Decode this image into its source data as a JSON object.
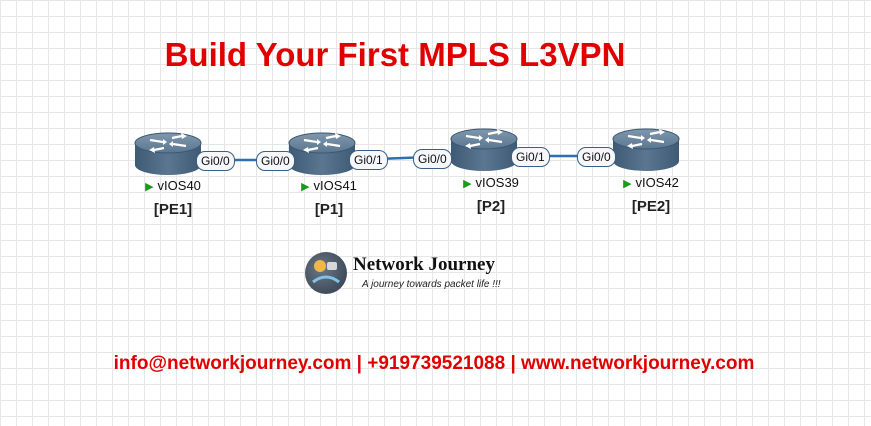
{
  "title": "Build Your First MPLS L3VPN",
  "routers": [
    {
      "id": "vIOS40",
      "host": "vIOS40",
      "role": "[PE1]"
    },
    {
      "id": "vIOS41",
      "host": "vIOS41",
      "role": "[P1]"
    },
    {
      "id": "vIOS39",
      "host": "vIOS39",
      "role": "[P2]"
    },
    {
      "id": "vIOS42",
      "host": "vIOS42",
      "role": "[PE2]"
    }
  ],
  "links": [
    {
      "from": "vIOS40",
      "from_if": "Gi0/0",
      "to": "vIOS41",
      "to_if": "Gi0/0"
    },
    {
      "from": "vIOS41",
      "from_if": "Gi0/1",
      "to": "vIOS39",
      "to_if": "Gi0/0"
    },
    {
      "from": "vIOS39",
      "from_if": "Gi0/1",
      "to": "vIOS42",
      "to_if": "Gi0/0"
    }
  ],
  "logo": {
    "name": "Network Journey",
    "tagline": "A journey towards packet life !!!"
  },
  "contact": "info@networkjourney.com | +919739521088 | www.networkjourney.com",
  "colors": {
    "title": "#e00000",
    "router_body": "#4f6f8c",
    "link": "#2f6fb0",
    "status_running": "#1a9a1a"
  }
}
